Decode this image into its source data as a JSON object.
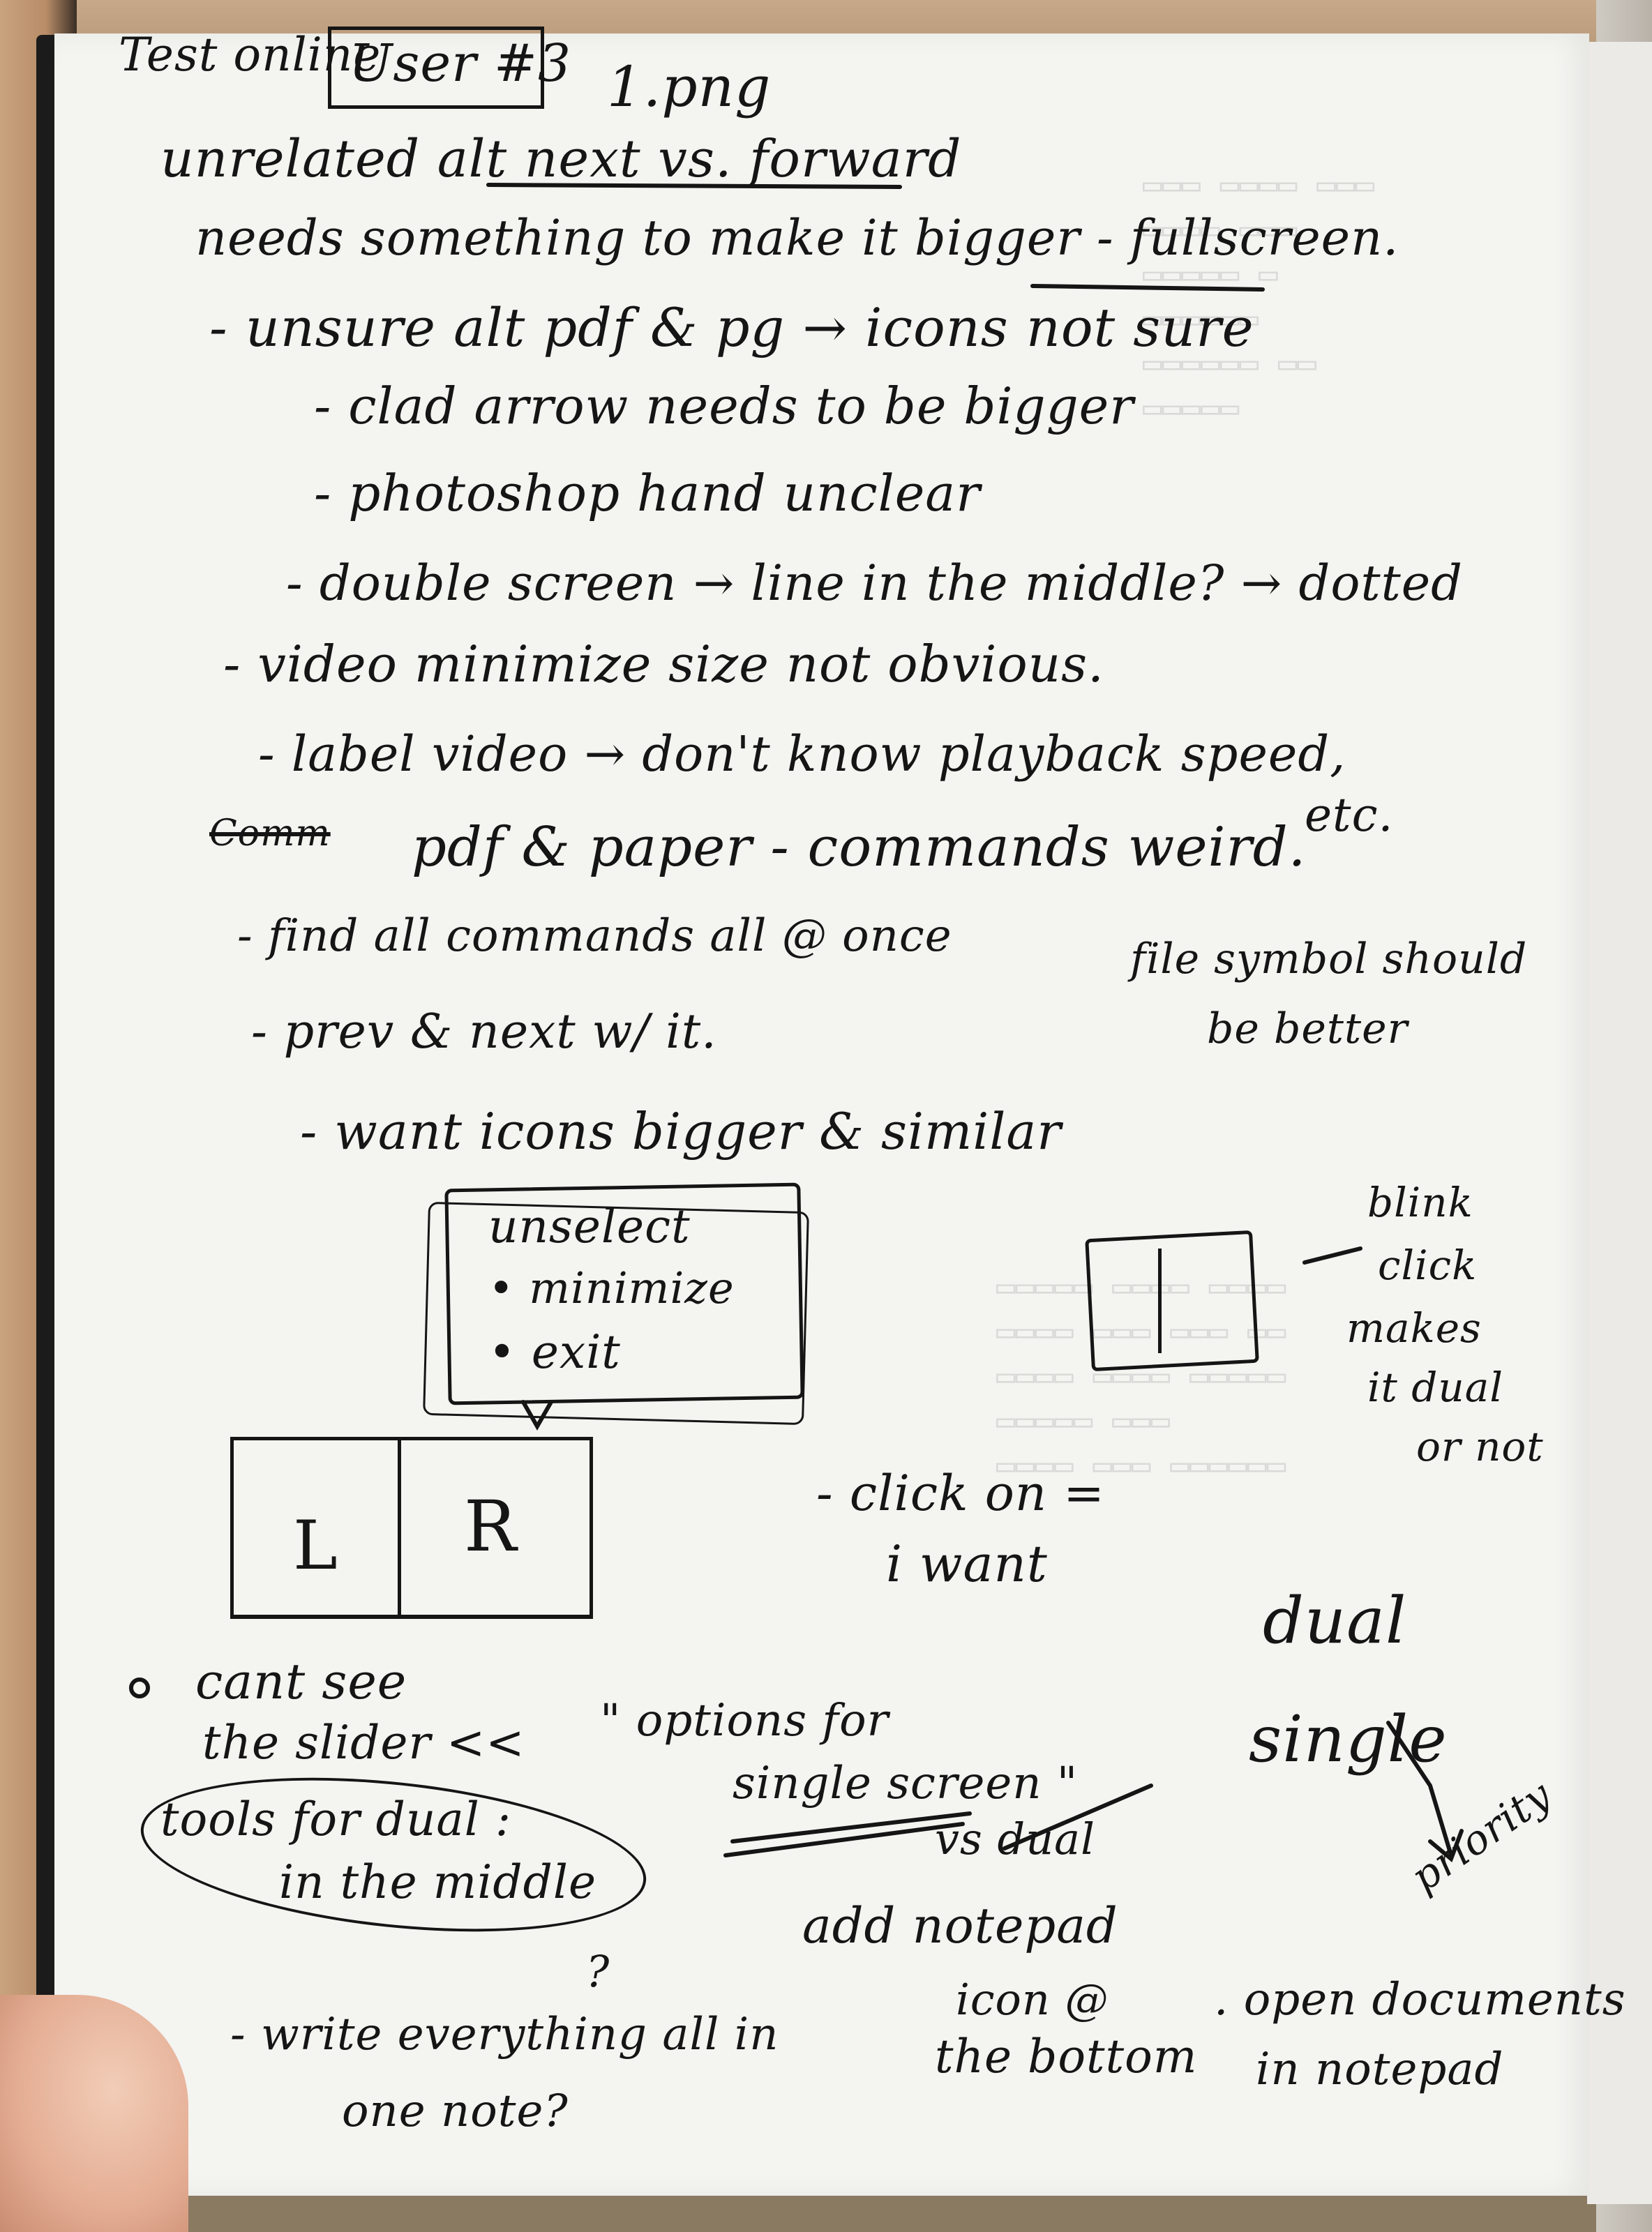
{
  "header": {
    "prefix": "Test online",
    "user_tag": "User #3",
    "file": "1.png"
  },
  "notes": {
    "line1": "unrelated alt next vs. forward",
    "line2": "needs something to make it bigger - fullscreen.",
    "line3": "- unsure alt pdf & pg → icons not sure",
    "line4": "- clad arrow needs to be bigger",
    "line5": "- photoshop hand unclear",
    "line6": "- double screen → line in the middle? → dotted",
    "line7": "- video minimize size not obvious.",
    "line8": "- label video → don't know playback speed,",
    "line8b": "etc.",
    "line9_struck": "Comm",
    "line9": "pdf & paper - commands weird.",
    "line10": "- find all commands all @ once",
    "line11": "- prev & next w/ it.",
    "line12": "- want icons bigger & similar",
    "side1": "file symbol should",
    "side1b": "be better"
  },
  "menu_sketch": {
    "title": "unselect",
    "items": [
      "minimize",
      "exit"
    ],
    "pane_left": "L",
    "pane_right": "R"
  },
  "right_sketch": {
    "label_line1": "blink",
    "label_line2": "click",
    "label_line3": "makes",
    "label_line4": "it dual",
    "label_line5": "or not"
  },
  "middle": {
    "click_line1": "- click on =",
    "click_line2": "i want"
  },
  "lower": {
    "bullet1_a": "cant see",
    "bullet1_b": "the slider <<",
    "options_a": "\" options for",
    "options_b": "single screen \"",
    "options_c": "vs dual",
    "tools_a": "tools for dual :",
    "tools_b": "in the middle",
    "question": "?",
    "write_a": "- write everything all in",
    "write_b": "one note?",
    "notepad_a": "add notepad",
    "notepad_b": "icon @",
    "notepad_c": "the bottom",
    "dual": "dual",
    "single": "single",
    "priority": "priority",
    "open_a": ". open documents",
    "open_b": "in notepad"
  }
}
